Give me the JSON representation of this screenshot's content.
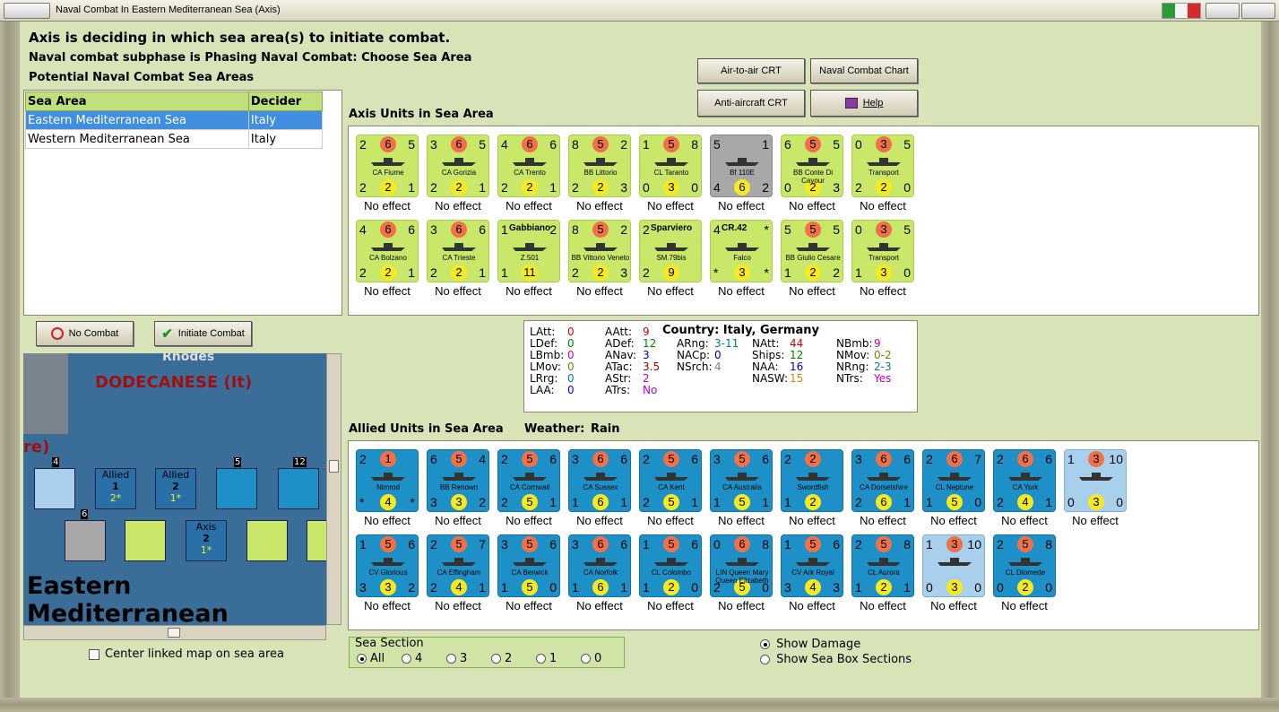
{
  "window": {
    "title": "Naval Combat In Eastern Mediterranean Sea (Axis)",
    "flag_colors": [
      "#2b9b3a",
      "#f4f4f4",
      "#d42a2a"
    ]
  },
  "messages": {
    "line1": "Axis is deciding in which sea area(s) to initiate combat.",
    "line2": "Naval combat subphase is Phasing Naval Combat: Choose Sea Area",
    "line3": "Potential Naval Combat Sea Areas"
  },
  "sea_table": {
    "headers": [
      "Sea Area",
      "Decider"
    ],
    "rows": [
      {
        "area": "Eastern Mediterranean Sea",
        "decider": "Italy",
        "selected": true
      },
      {
        "area": "Western Mediterranean Sea",
        "decider": "Italy",
        "selected": false
      }
    ]
  },
  "buttons": {
    "air_to_air": "Air-to-air CRT",
    "naval_chart": "Naval Combat Chart",
    "anti_aircraft": "Anti-aircraft CRT",
    "help": "Help",
    "no_combat": "No Combat",
    "initiate_combat": "Initiate Combat"
  },
  "axis_section": {
    "title": "Axis Units in Sea Area",
    "units": [
      {
        "name": "CA Fiume",
        "tl": "2",
        "tc": "6",
        "tr": "5",
        "bl": "2",
        "bc": "2",
        "br": "1",
        "effect": "No effect",
        "kind": "axis"
      },
      {
        "name": "CA Gorizia",
        "tl": "3",
        "tc": "6",
        "tr": "5",
        "bl": "2",
        "bc": "2",
        "br": "1",
        "effect": "No effect",
        "kind": "axis"
      },
      {
        "name": "CA Trento",
        "tl": "4",
        "tc": "6",
        "tr": "6",
        "bl": "2",
        "bc": "2",
        "br": "1",
        "effect": "No effect",
        "kind": "axis"
      },
      {
        "name": "BB Littorio",
        "tl": "8",
        "tc": "5",
        "tr": "2",
        "bl": "2",
        "bc": "2",
        "br": "3",
        "effect": "No effect",
        "kind": "axis"
      },
      {
        "name": "CL Taranto",
        "tl": "1",
        "tc": "5",
        "tr": "8",
        "bl": "0",
        "bc": "3",
        "br": "0",
        "effect": "No effect",
        "kind": "axis"
      },
      {
        "name": "Bf 110E",
        "tl": "5",
        "tc": "",
        "tr": "1",
        "bl": "4",
        "bc": "6",
        "br": "2",
        "effect": "No effect",
        "kind": "grey"
      },
      {
        "name": "BB Conte Di Cavour",
        "tl": "6",
        "tc": "5",
        "tr": "5",
        "bl": "0",
        "bc": "2",
        "br": "3",
        "effect": "No effect",
        "kind": "axis"
      },
      {
        "name": "Transport",
        "tl": "0",
        "tc": "3",
        "tr": "5",
        "bl": "2",
        "bc": "2",
        "br": "0",
        "effect": "No effect",
        "kind": "axis"
      },
      {
        "name": "CA Bolzano",
        "tl": "4",
        "tc": "6",
        "tr": "6",
        "bl": "2",
        "bc": "2",
        "br": "1",
        "effect": "No effect",
        "kind": "axis"
      },
      {
        "name": "CA Trieste",
        "tl": "3",
        "tc": "6",
        "tr": "6",
        "bl": "2",
        "bc": "2",
        "br": "1",
        "effect": "No effect",
        "kind": "axis"
      },
      {
        "name": "Z.501",
        "tl": "1",
        "tc": "",
        "tr": "2",
        "bl": "1",
        "bc": "11",
        "br": "",
        "effect": "No effect",
        "kind": "axis",
        "top": "Gabbiano"
      },
      {
        "name": "BB Vittorio Veneto",
        "tl": "8",
        "tc": "5",
        "tr": "2",
        "bl": "2",
        "bc": "2",
        "br": "3",
        "effect": "No effect",
        "kind": "axis"
      },
      {
        "name": "SM.79bis",
        "tl": "2",
        "tc": "",
        "tr": "",
        "bl": "2",
        "bc": "9",
        "br": "",
        "effect": "No effect",
        "kind": "axis",
        "top": "Sparviero"
      },
      {
        "name": "Falco",
        "tl": "4",
        "tc": "",
        "tr": "*",
        "bl": "*",
        "bc": "3",
        "br": "*",
        "effect": "No effect",
        "kind": "axis",
        "top": "CR.42"
      },
      {
        "name": "BB Giulio Cesare",
        "tl": "5",
        "tc": "5",
        "tr": "5",
        "bl": "1",
        "bc": "2",
        "br": "2",
        "effect": "No effect",
        "kind": "axis"
      },
      {
        "name": "Transport",
        "tl": "0",
        "tc": "3",
        "tr": "5",
        "bl": "1",
        "bc": "3",
        "br": "0",
        "effect": "No effect",
        "kind": "axis"
      }
    ]
  },
  "stats": {
    "country": "Country: Italy, Germany",
    "items": [
      {
        "k": "LAtt:",
        "v": "0",
        "c": "#d00000"
      },
      {
        "k": "LDef:",
        "v": "0",
        "c": "#008000"
      },
      {
        "k": "LBmb:",
        "v": "0",
        "c": "#c000c0"
      },
      {
        "k": "LMov:",
        "v": "0",
        "c": "#808000"
      },
      {
        "k": "LRrg:",
        "v": "0",
        "c": "#008080"
      },
      {
        "k": "LAA:",
        "v": "0",
        "c": "#0000c0"
      },
      {
        "k": "AAtt:",
        "v": "9",
        "c": "#d00000"
      },
      {
        "k": "ADef:",
        "v": "12",
        "c": "#008000"
      },
      {
        "k": "ANav:",
        "v": "3",
        "c": "#0000c0"
      },
      {
        "k": "ATac:",
        "v": "3.5",
        "c": "#a00000"
      },
      {
        "k": "AStr:",
        "v": "2",
        "c": "#c000c0"
      },
      {
        "k": "ATrs:",
        "v": "No",
        "c": "#c000c0"
      },
      {
        "k": "ARng:",
        "v": "3-11",
        "c": "#008080"
      },
      {
        "k": "NACp:",
        "v": "0",
        "c": "#000080"
      },
      {
        "k": "NSrch:",
        "v": "4",
        "c": "#808080"
      },
      {
        "k": "NAtt:",
        "v": "44",
        "c": "#d00000"
      },
      {
        "k": "Ships:",
        "v": "12",
        "c": "#008000"
      },
      {
        "k": "NAA:",
        "v": "16",
        "c": "#0000c0"
      },
      {
        "k": "NASW:",
        "v": "15",
        "c": "#e08000"
      },
      {
        "k": "NBmb:",
        "v": "9",
        "c": "#c000c0"
      },
      {
        "k": "NMov:",
        "v": "0-2",
        "c": "#808000"
      },
      {
        "k": "NRng:",
        "v": "2-3",
        "c": "#008080"
      },
      {
        "k": "NTrs:",
        "v": "Yes",
        "c": "#c000c0"
      }
    ]
  },
  "allied_section": {
    "title": "Allied Units in Sea Area",
    "weather_label": "Weather:",
    "weather_value": "Rain",
    "units": [
      {
        "name": "Nimrod",
        "tl": "2",
        "tc": "1",
        "tr": "",
        "bl": "*",
        "bc": "4",
        "br": "*",
        "effect": "No effect",
        "kind": "allied"
      },
      {
        "name": "BB Renown",
        "tl": "6",
        "tc": "5",
        "tr": "4",
        "bl": "3",
        "bc": "3",
        "br": "2",
        "effect": "No effect",
        "kind": "allied"
      },
      {
        "name": "CA Cornwall",
        "tl": "2",
        "tc": "5",
        "tr": "6",
        "bl": "2",
        "bc": "5",
        "br": "1",
        "effect": "No effect",
        "kind": "allied"
      },
      {
        "name": "CA Sussex",
        "tl": "3",
        "tc": "6",
        "tr": "6",
        "bl": "1",
        "bc": "6",
        "br": "1",
        "effect": "No effect",
        "kind": "allied"
      },
      {
        "name": "CA Kent",
        "tl": "2",
        "tc": "5",
        "tr": "6",
        "bl": "2",
        "bc": "5",
        "br": "1",
        "effect": "No effect",
        "kind": "allied"
      },
      {
        "name": "CA Australia",
        "tl": "3",
        "tc": "5",
        "tr": "6",
        "bl": "1",
        "bc": "5",
        "br": "1",
        "effect": "No effect",
        "kind": "allied"
      },
      {
        "name": "Swordfish",
        "tl": "2",
        "tc": "2",
        "tr": "",
        "bl": "1",
        "bc": "2",
        "br": "",
        "effect": "No effect",
        "kind": "allied"
      },
      {
        "name": "CA Dorsetshire",
        "tl": "3",
        "tc": "6",
        "tr": "6",
        "bl": "2",
        "bc": "6",
        "br": "1",
        "effect": "No effect",
        "kind": "allied"
      },
      {
        "name": "CL Neptune",
        "tl": "2",
        "tc": "6",
        "tr": "7",
        "bl": "1",
        "bc": "5",
        "br": "0",
        "effect": "No effect",
        "kind": "allied"
      },
      {
        "name": "CA York",
        "tl": "2",
        "tc": "6",
        "tr": "6",
        "bl": "2",
        "bc": "4",
        "br": "1",
        "effect": "No effect",
        "kind": "allied"
      },
      {
        "name": "",
        "tl": "1",
        "tc": "3",
        "tr": "10",
        "bl": "0",
        "bc": "3",
        "br": "0",
        "effect": "No effect",
        "kind": "pale"
      },
      {
        "name": "CV Glorious",
        "tl": "1",
        "tc": "5",
        "tr": "6",
        "bl": "3",
        "bc": "3",
        "br": "2",
        "effect": "No effect",
        "kind": "allied"
      },
      {
        "name": "CA Effingham",
        "tl": "2",
        "tc": "5",
        "tr": "7",
        "bl": "2",
        "bc": "4",
        "br": "1",
        "effect": "No effect",
        "kind": "allied"
      },
      {
        "name": "CA Berwick",
        "tl": "3",
        "tc": "5",
        "tr": "6",
        "bl": "1",
        "bc": "5",
        "br": "0",
        "effect": "No effect",
        "kind": "allied"
      },
      {
        "name": "CA Norfolk",
        "tl": "3",
        "tc": "6",
        "tr": "6",
        "bl": "1",
        "bc": "6",
        "br": "1",
        "effect": "No effect",
        "kind": "allied"
      },
      {
        "name": "CL Colombo",
        "tl": "1",
        "tc": "5",
        "tr": "6",
        "bl": "1",
        "bc": "2",
        "br": "0",
        "effect": "No effect",
        "kind": "allied"
      },
      {
        "name": "LIN Queen Mary Queen Elizabeth",
        "tl": "0",
        "tc": "6",
        "tr": "8",
        "bl": "2",
        "bc": "5",
        "br": "0",
        "effect": "No effect",
        "kind": "allied"
      },
      {
        "name": "CV Ark Royal",
        "tl": "1",
        "tc": "5",
        "tr": "6",
        "bl": "3",
        "bc": "4",
        "br": "3",
        "effect": "No effect",
        "kind": "allied"
      },
      {
        "name": "CL Aurora",
        "tl": "2",
        "tc": "5",
        "tr": "8",
        "bl": "1",
        "bc": "2",
        "br": "1",
        "effect": "No effect",
        "kind": "allied"
      },
      {
        "name": "",
        "tl": "1",
        "tc": "3",
        "tr": "10",
        "bl": "0",
        "bc": "3",
        "br": "0",
        "effect": "No effect",
        "kind": "pale"
      },
      {
        "name": "CL Diomede",
        "tl": "2",
        "tc": "5",
        "tr": "8",
        "bl": "0",
        "bc": "2",
        "br": "0",
        "effect": "No effect",
        "kind": "allied"
      }
    ]
  },
  "map": {
    "label_rhodes": "Rhodes",
    "label_dodecanese": "DODECANESE (It)",
    "label_re": "re)",
    "label_sea": "Eastern Mediterranean",
    "stacks": [
      {
        "text": "Allied",
        "sub": "1",
        "star": "2*"
      },
      {
        "text": "Allied",
        "sub": "2",
        "star": "1*"
      },
      {
        "text": "Axis",
        "sub": "2",
        "star": "1*"
      }
    ],
    "counts": [
      "4",
      "5",
      "12",
      "6"
    ]
  },
  "center_map_label": "Center linked map on sea area",
  "sea_section": {
    "title": "Sea Section",
    "options": [
      "All",
      "4",
      "3",
      "2",
      "1",
      "0"
    ],
    "selected": "All"
  },
  "display_options": {
    "show_damage": "Show Damage",
    "show_sea_box": "Show Sea Box Sections"
  }
}
